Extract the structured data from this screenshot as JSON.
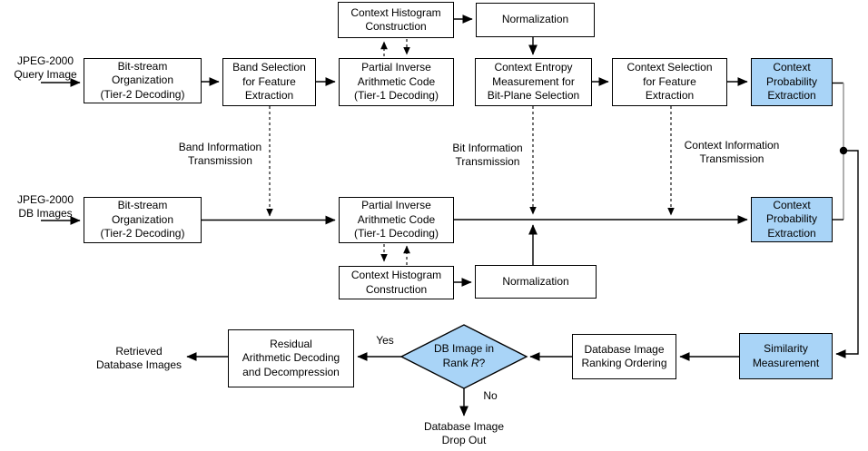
{
  "colors": {
    "highlight_fill": "#a9d4f7",
    "box_border": "#000000",
    "line": "#000000",
    "gray_line": "#a8a8a8",
    "background": "#ffffff"
  },
  "nodes": {
    "query_source": {
      "label": "JPEG-2000\nQuery Image"
    },
    "db_source": {
      "label": "JPEG-2000\nDB Images"
    },
    "query_bitstream": {
      "label": "Bit-stream\nOrganization\n(Tier-2 Decoding)"
    },
    "band_selection": {
      "label": "Band Selection\nfor Feature\nExtraction"
    },
    "query_partial_inverse": {
      "label": "Partial Inverse\nArithmetic Code\n(Tier-1 Decoding)"
    },
    "query_context_histogram": {
      "label": "Context Histogram\nConstruction"
    },
    "query_normalization": {
      "label": "Normalization"
    },
    "context_entropy": {
      "label": "Context Entropy\nMeasurement for\nBit-Plane Selection"
    },
    "context_selection": {
      "label": "Context Selection\nfor Feature\nExtraction"
    },
    "query_context_probability": {
      "label": "Context\nProbability\nExtraction"
    },
    "db_bitstream": {
      "label": "Bit-stream\nOrganization\n(Tier-2 Decoding)"
    },
    "db_partial_inverse": {
      "label": "Partial Inverse\nArithmetic Code\n(Tier-1 Decoding)"
    },
    "db_context_histogram": {
      "label": "Context Histogram\nConstruction"
    },
    "db_normalization": {
      "label": "Normalization"
    },
    "db_context_probability": {
      "label": "Context\nProbability\nExtraction"
    },
    "similarity": {
      "label": "Similarity\nMeasurement"
    },
    "ranking": {
      "label": "Database Image\nRanking Ordering"
    },
    "rank_decision": {
      "line1": "DB Image in",
      "line2_prefix": "Rank ",
      "line2_var": "R",
      "line2_suffix": "?"
    },
    "residual": {
      "label": "Residual\nArithmetic Decoding\nand Decompression"
    },
    "retrieved": {
      "label": "Retrieved\nDatabase Images"
    },
    "drop_out": {
      "label": "Database Image\nDrop Out"
    }
  },
  "edge_labels": {
    "band_info": "Band Information\nTransmission",
    "bit_info": "Bit Information\nTransmission",
    "context_info": "Context Information\nTransmission",
    "yes": "Yes",
    "no": "No"
  }
}
